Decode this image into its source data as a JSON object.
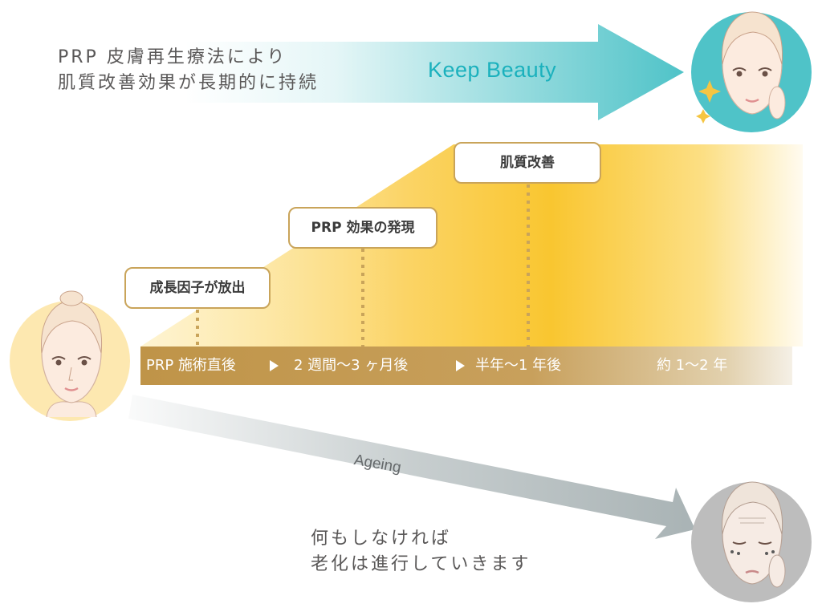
{
  "top_message": {
    "line1": "PRP 皮膚再生療法により",
    "line2": "肌質改善効果が長期的に持続"
  },
  "keep_beauty": "Keep Beauty",
  "milestones": [
    "成長因子が放出",
    "PRP 効果の発現",
    "肌質改善"
  ],
  "timeline": [
    "PRP 施術直後",
    "2 週間〜3 ヶ月後",
    "半年〜1 年後",
    "約 1〜2 年"
  ],
  "ageing_label": "Ageing",
  "bottom_message": {
    "line1": "何もしなければ",
    "line2": "老化は進行していきます"
  },
  "colors": {
    "teal": "#4fc3c8",
    "gold": "#f9c830",
    "bar": "#c49a52",
    "grey": "#9aa6a8",
    "bubble_border": "#c9a45a"
  }
}
